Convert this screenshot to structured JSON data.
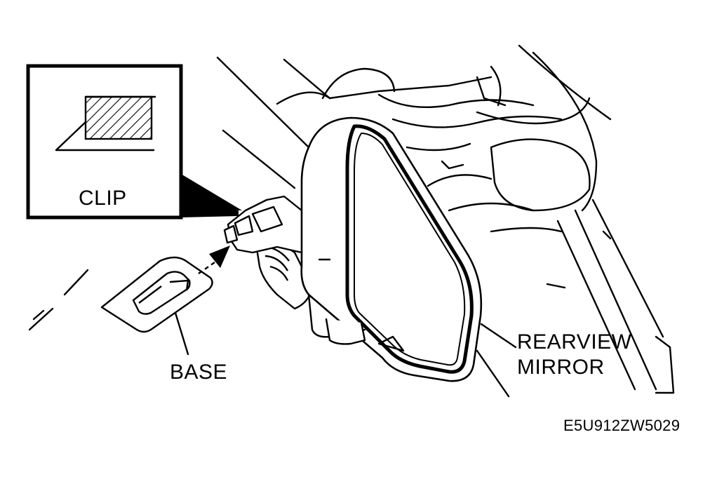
{
  "labels": {
    "clip": "CLIP",
    "base": "BASE",
    "mirror_line1": "REARVIEW",
    "mirror_line2": "MIRROR",
    "figure_code": "E5U912ZW5029"
  },
  "colors": {
    "ink": "#000000",
    "paper": "#ffffff"
  },
  "icons": {
    "direction_arrow": "arrow-up-right-icon"
  }
}
